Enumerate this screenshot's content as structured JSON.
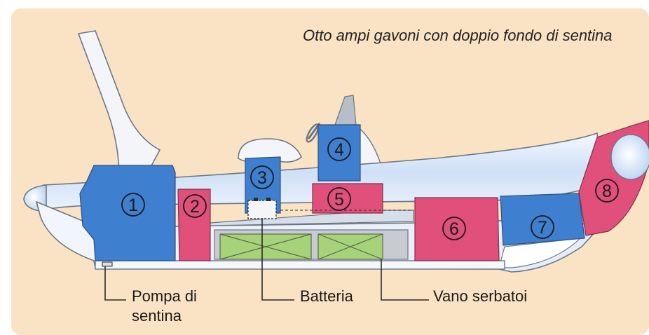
{
  "title": "Otto ampi gavoni con doppio fondo di sentina",
  "compartments": [
    {
      "number": "1",
      "color": "#3f7fcf"
    },
    {
      "number": "2",
      "color": "#e0507a"
    },
    {
      "number": "3",
      "color": "#3f7fcf"
    },
    {
      "number": "4",
      "color": "#3f7fcf"
    },
    {
      "number": "5",
      "color": "#e0507a"
    },
    {
      "number": "6",
      "color": "#e0507a"
    },
    {
      "number": "7",
      "color": "#3f7fcf"
    },
    {
      "number": "8",
      "color": "#e0507a"
    }
  ],
  "callouts": {
    "pump_line1": "Pompa di",
    "pump_line2": "sentina",
    "battery": "Batteria",
    "tanks": "Vano serbatoi"
  },
  "colors": {
    "background": "#fae3c4",
    "blue": "#3f7fcf",
    "pink": "#e0507a",
    "tank_green": "#a6d27a",
    "hull_light": "#e8f0fb"
  }
}
